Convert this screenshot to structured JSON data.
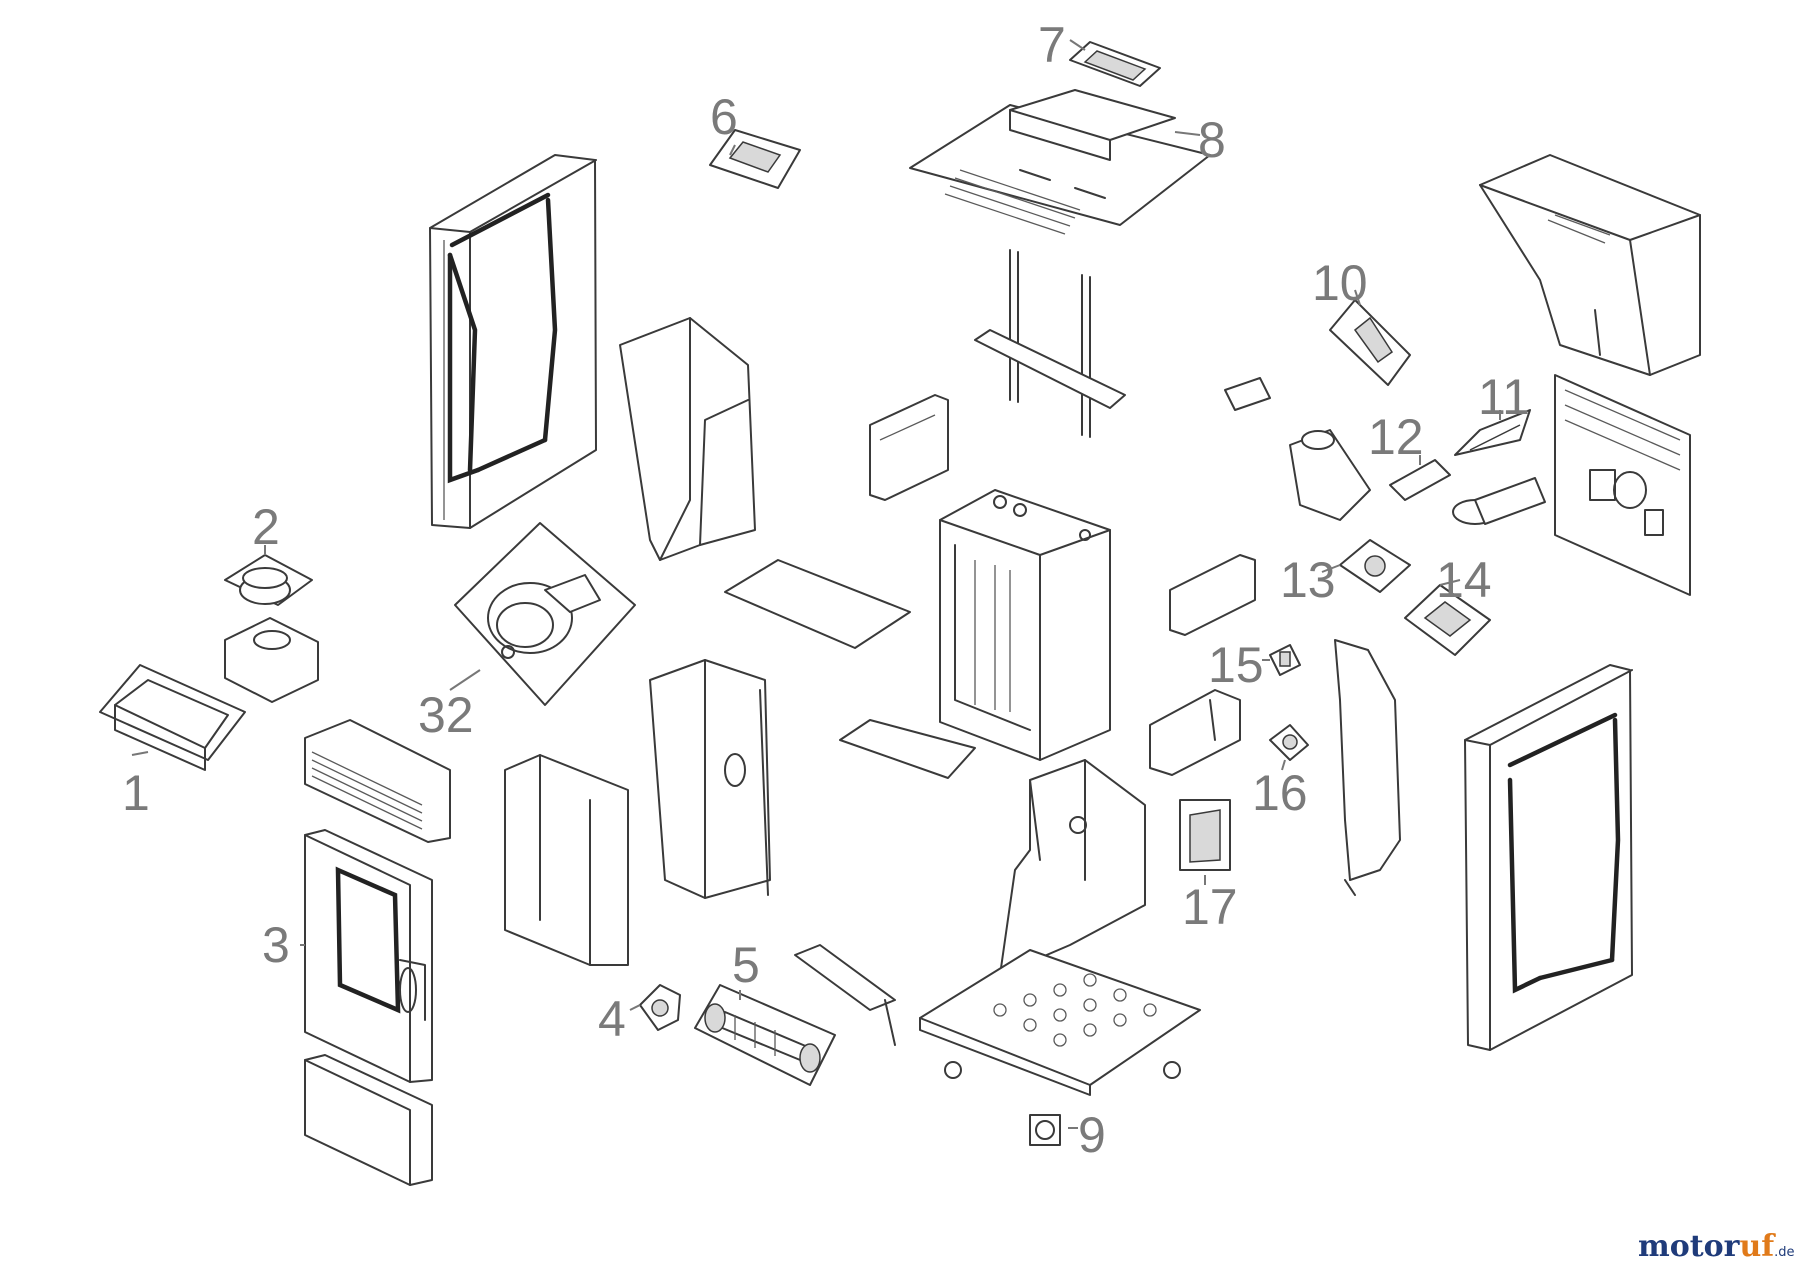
{
  "labels": {
    "p1": "1",
    "p2": "2",
    "p3": "3",
    "p4": "4",
    "p5": "5",
    "p6": "6",
    "p7": "7",
    "p8": "8",
    "p9": "9",
    "p10": "10",
    "p11": "11",
    "p12": "12",
    "p13": "13",
    "p14": "14",
    "p15": "15",
    "p16": "16",
    "p17": "17",
    "p32": "32"
  },
  "watermark": {
    "part1": "motor",
    "part2": "uf",
    "part3": ".de"
  },
  "colors": {
    "line": "#3a3a3a",
    "label": "#7a7a7a",
    "brand_blue": "#1f3b7a",
    "brand_orange": "#e07a1a"
  }
}
